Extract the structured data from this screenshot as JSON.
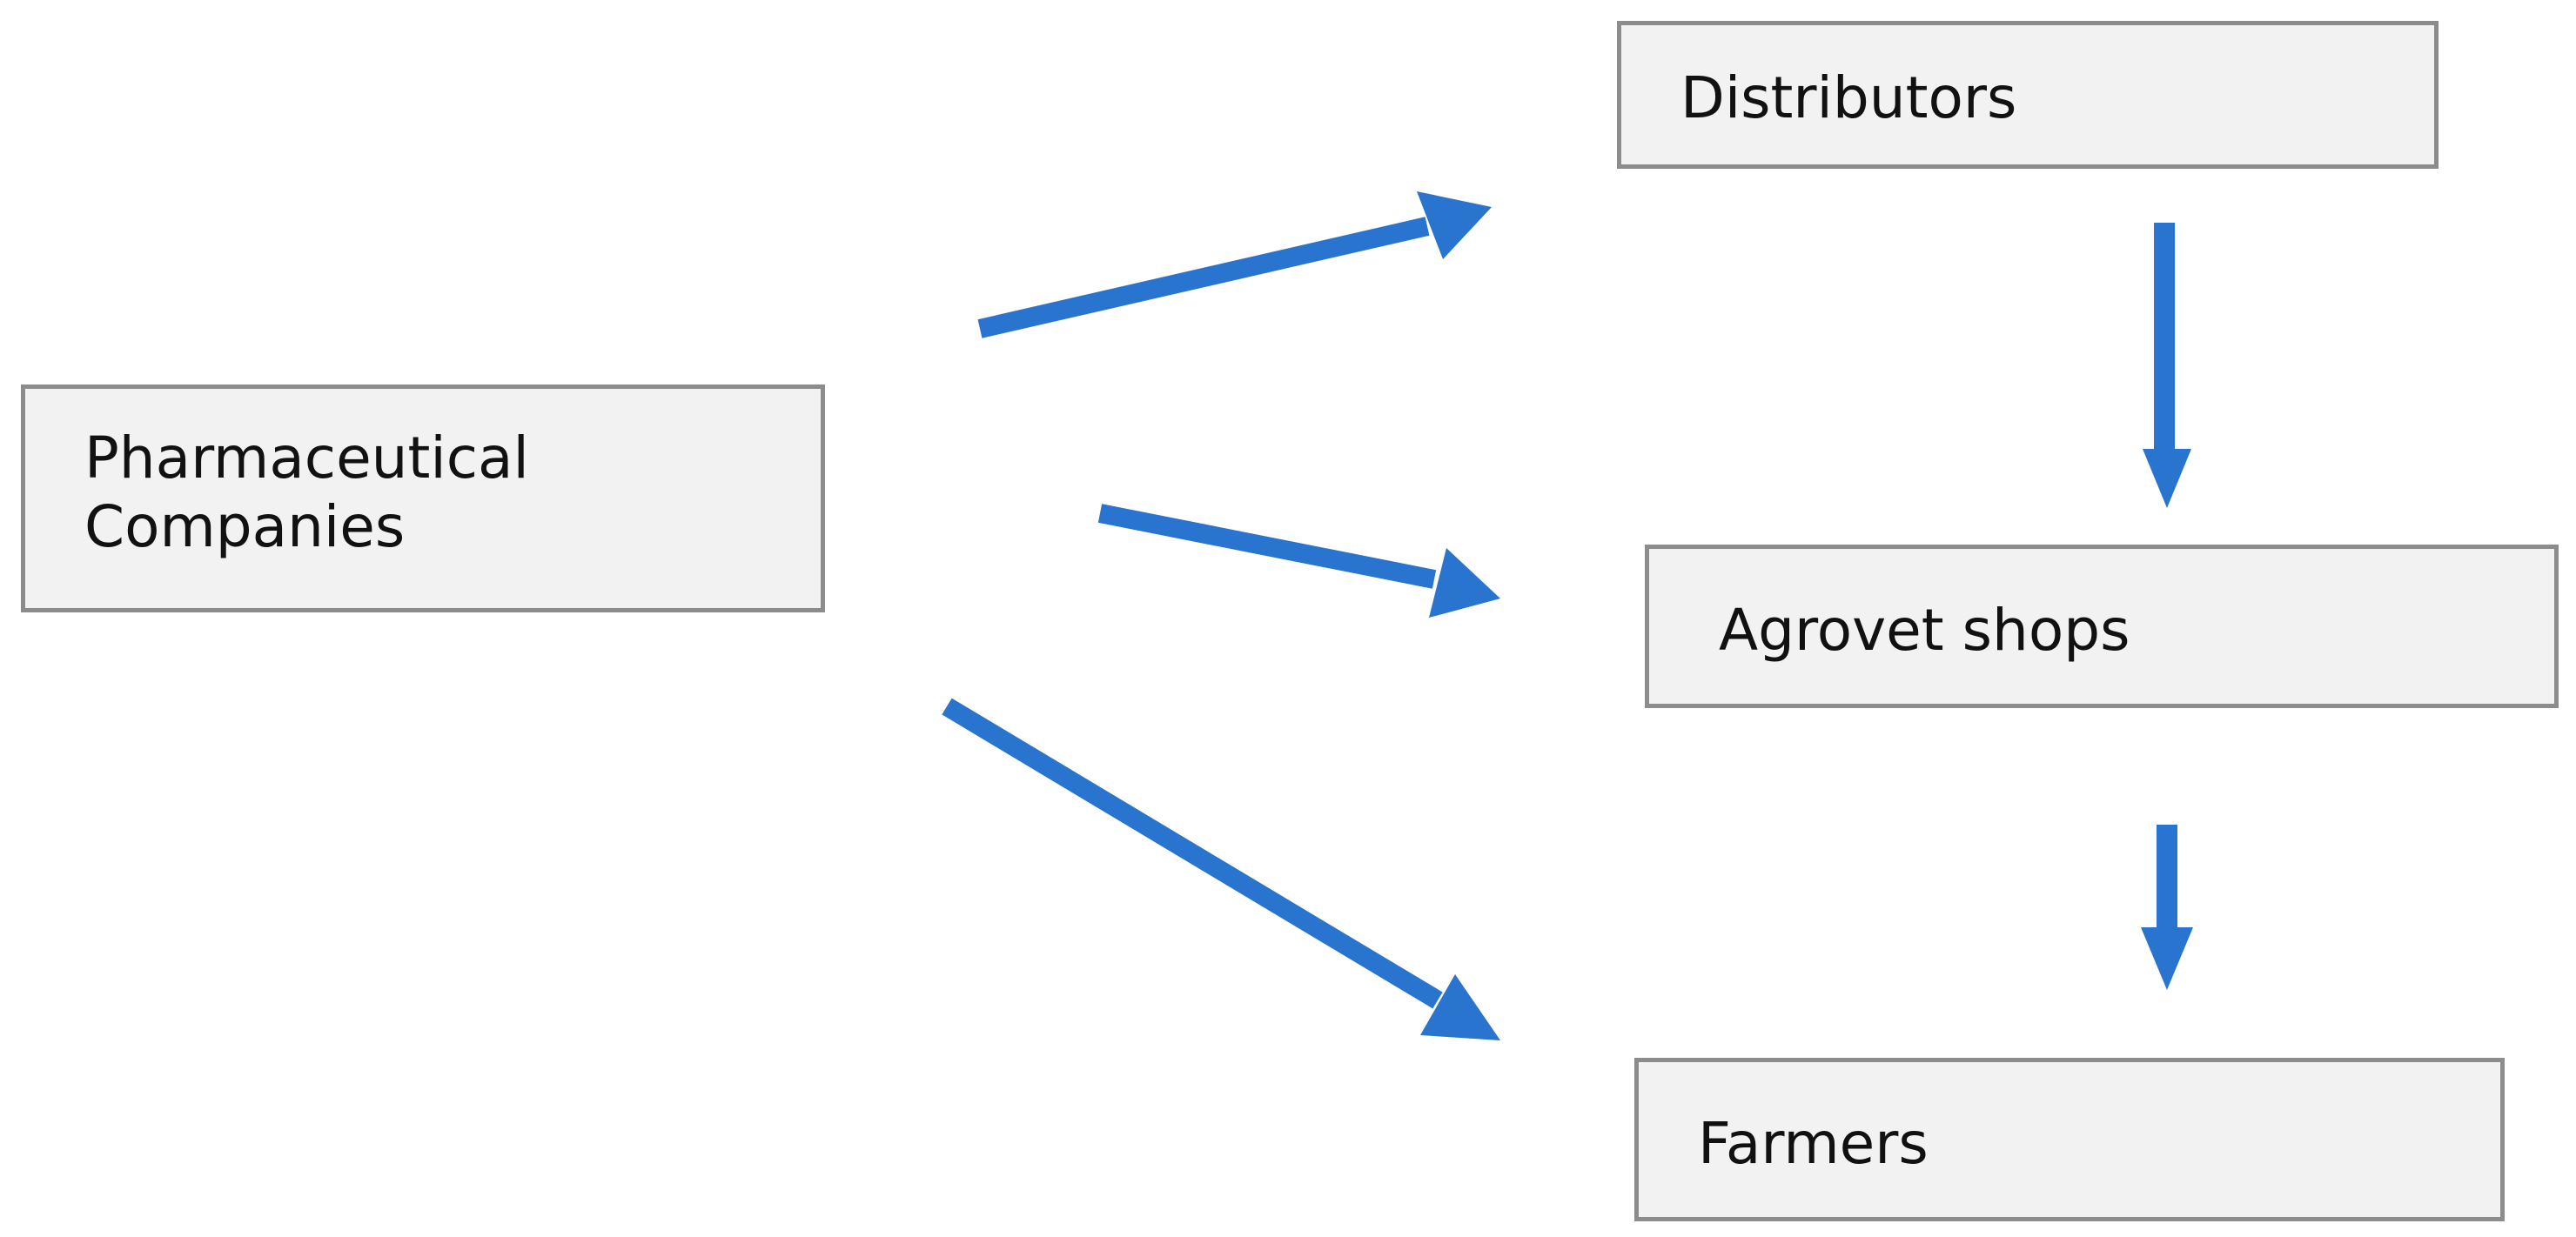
{
  "nodes": {
    "pharmaceutical_companies": "Pharmaceutical\nCompanies",
    "distributors": "Distributors",
    "agrovet_shops": "Agrovet shops",
    "farmers": "Farmers"
  },
  "edges": [
    {
      "from": "pharmaceutical_companies",
      "to": "distributors"
    },
    {
      "from": "pharmaceutical_companies",
      "to": "agrovet_shops"
    },
    {
      "from": "pharmaceutical_companies",
      "to": "farmers"
    },
    {
      "from": "distributors",
      "to": "agrovet_shops"
    },
    {
      "from": "agrovet_shops",
      "to": "farmers"
    }
  ],
  "colors": {
    "arrow": "#2874CF",
    "box_fill": "#F2F2F2",
    "box_border": "#8C8C8C",
    "text": "#111111"
  }
}
